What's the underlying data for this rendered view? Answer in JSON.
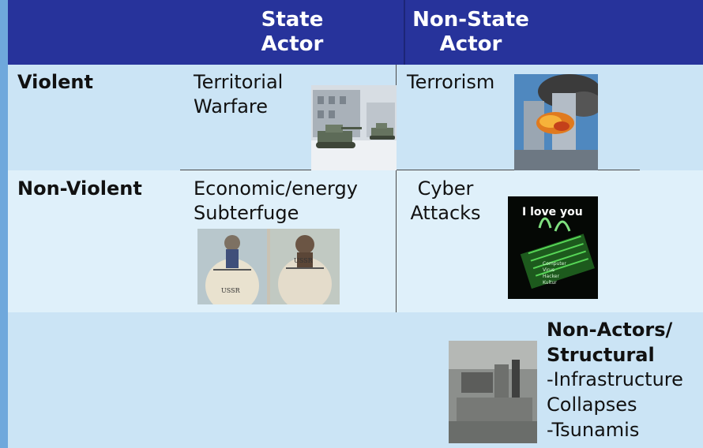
{
  "header": {
    "state_actor": "State\nActor",
    "non_state_actor": "Non-State\nActor"
  },
  "rows": {
    "violent": "Violent",
    "non_violent": "Non-Violent"
  },
  "cells": {
    "territorial_warfare": "Territorial\nWarfare",
    "terrorism": "Terrorism",
    "economic_energy_subterfuge": "Economic/energy\nSubterfuge",
    "cyber_attacks": "Cyber\nAttacks"
  },
  "non_actors": {
    "title": "Non-Actors/\nStructural",
    "items": "-Infrastructure\nCollapses\n-Tsunamis"
  },
  "cyber_image_text": {
    "headline": "I love you",
    "caption": "Computer\nVirus\nHacker\nKultur"
  },
  "cartoon_text": {
    "left_globe": "USSR",
    "right_globe": "USSR"
  },
  "colors": {
    "header_bg": "#27339b",
    "row_dark": "#cbe4f5",
    "row_light": "#dff0fa",
    "side_bar": "#6fa8dc"
  }
}
